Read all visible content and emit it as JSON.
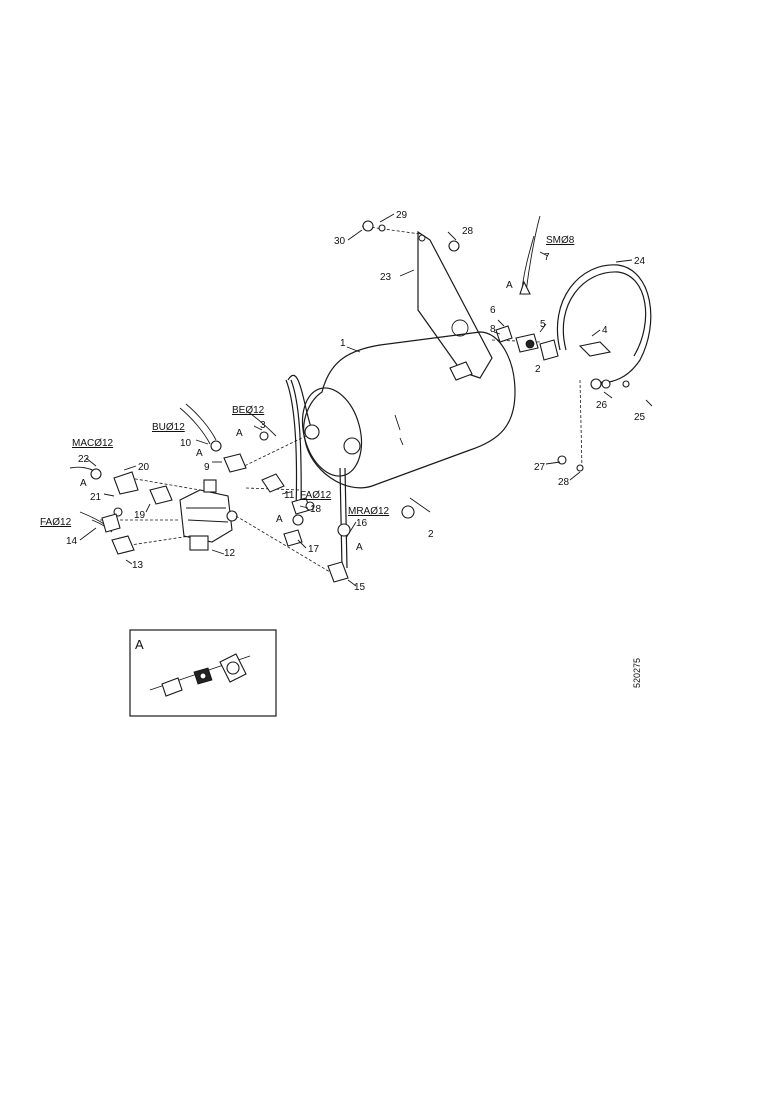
{
  "callouts": {
    "n1": "1",
    "n2": "2",
    "n3": "3",
    "n4": "4",
    "n5": "5",
    "n6": "6",
    "n7": "7",
    "n8": "8",
    "n9": "9",
    "n10": "10",
    "n11": "11",
    "n12": "12",
    "n13": "13",
    "n14": "14",
    "n15": "15",
    "n16": "16",
    "n17": "17",
    "n18": "18",
    "n19": "19",
    "n20": "20",
    "n21": "21",
    "n22": "22",
    "n23": "23",
    "n24": "24",
    "n25": "25",
    "n26": "26",
    "n27": "27",
    "n28": "28",
    "n28b": "28",
    "n29": "29",
    "n30": "30"
  },
  "markers": {
    "a": "A"
  },
  "codes": {
    "mac": "MACØ12",
    "bu": "BUØ12",
    "be": "BEØ12",
    "fa_left": "FAØ12",
    "fa_mid": "FAØ12",
    "mra": "MRAØ12",
    "sm": "SMØ8"
  },
  "inset": {
    "label": "A"
  },
  "reference": "520275"
}
